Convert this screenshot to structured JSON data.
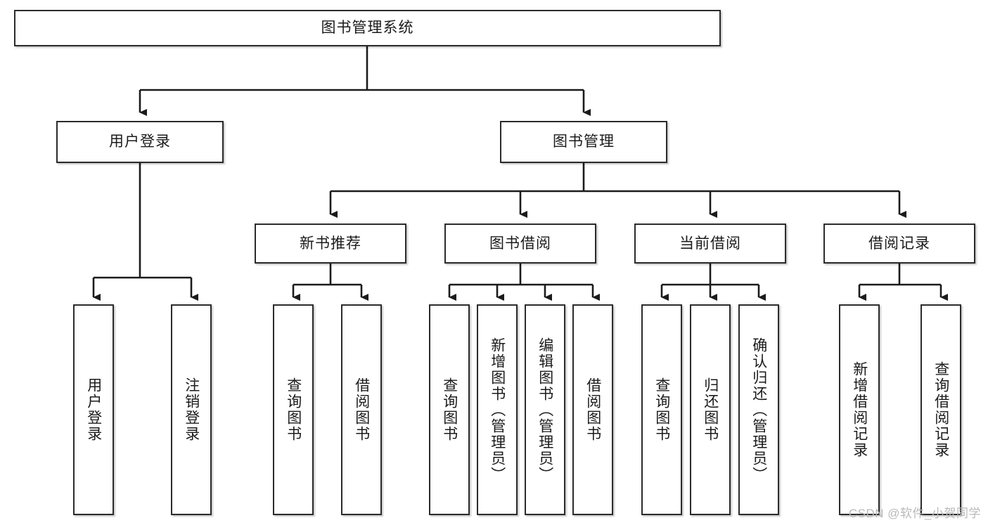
{
  "diagram": {
    "type": "tree-hierarchy",
    "title": "图书管理系统",
    "watermark": "CSDN @软件_小贺同学",
    "colors": {
      "box_border": "#2b2b2b",
      "box_fill": "#ffffff",
      "connector": "#1b1b1b",
      "text": "#1b1b1b",
      "watermark": "#b9b9b9"
    },
    "levels": {
      "root": {
        "label": "图书管理系统"
      },
      "level2": [
        {
          "id": "user-login",
          "label": "用户登录"
        },
        {
          "id": "book-management",
          "label": "图书管理"
        }
      ],
      "level3": [
        {
          "id": "new-book-recommend",
          "label": "新书推荐",
          "parent": "book-management"
        },
        {
          "id": "book-borrow",
          "label": "图书借阅",
          "parent": "book-management"
        },
        {
          "id": "current-borrow",
          "label": "当前借阅",
          "parent": "book-management"
        },
        {
          "id": "borrow-record",
          "label": "借阅记录",
          "parent": "book-management"
        }
      ],
      "leaves": {
        "user-login": [
          {
            "id": "leaf-user-login",
            "label": "用户登录"
          },
          {
            "id": "leaf-user-logout",
            "label": "注销登录"
          }
        ],
        "new-book-recommend": [
          {
            "id": "leaf-query-book-1",
            "label": "查询图书"
          },
          {
            "id": "leaf-borrow-book-1",
            "label": "借阅图书"
          }
        ],
        "book-borrow": [
          {
            "id": "leaf-query-book-2",
            "label": "查询图书"
          },
          {
            "id": "leaf-add-book",
            "label": "新增图书（管理员）"
          },
          {
            "id": "leaf-edit-book",
            "label": "编辑图书（管理员）"
          },
          {
            "id": "leaf-borrow-book-2",
            "label": "借阅图书"
          }
        ],
        "current-borrow": [
          {
            "id": "leaf-query-book-3",
            "label": "查询图书"
          },
          {
            "id": "leaf-return-book",
            "label": "归还图书"
          },
          {
            "id": "leaf-confirm-return",
            "label": "确认归还（管理员）"
          }
        ],
        "borrow-record": [
          {
            "id": "leaf-add-record",
            "label": "新增借阅记录"
          },
          {
            "id": "leaf-query-record",
            "label": "查询借阅记录"
          }
        ]
      }
    }
  }
}
